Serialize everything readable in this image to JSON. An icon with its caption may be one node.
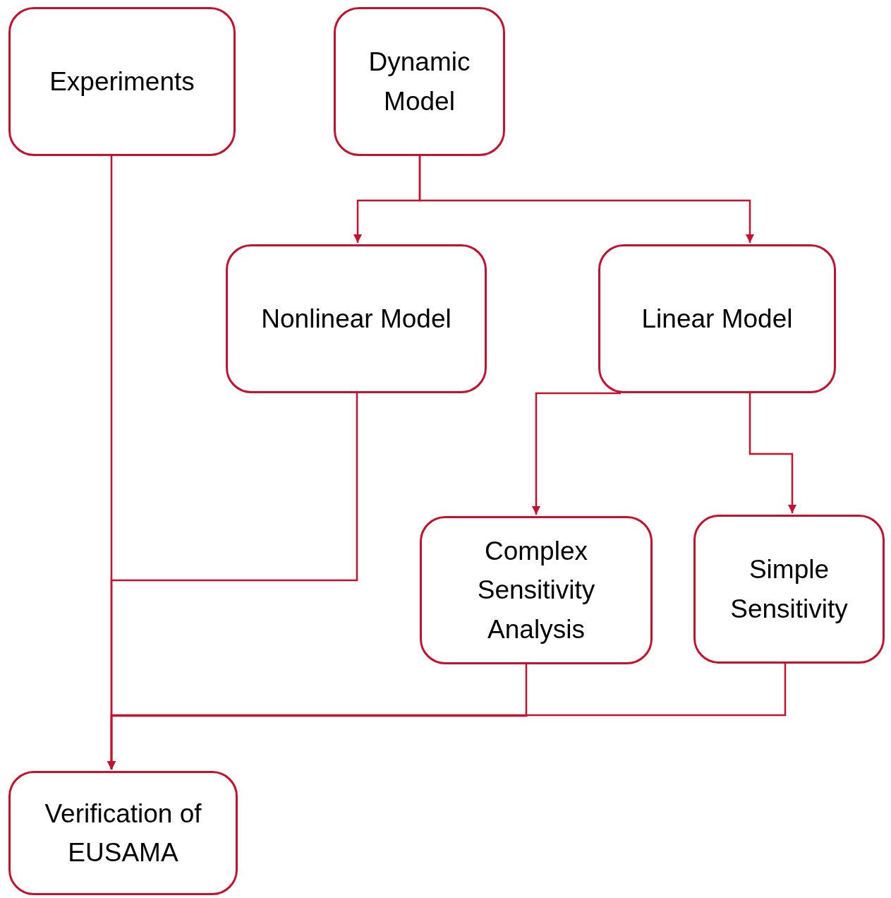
{
  "diagram": {
    "nodes": [
      {
        "text": [
          "Experiments"
        ]
      },
      {
        "text": [
          "Dynamic Model"
        ]
      },
      {
        "text": [
          "Nonlinear Model"
        ]
      },
      {
        "text": [
          "Linear Model"
        ]
      },
      {
        "text": [
          "Complex Sensitivity Analysis"
        ]
      },
      {
        "text": [
          "Simple Sensitivity"
        ]
      },
      {
        "text": [
          "Verification of EUSAMA"
        ]
      }
    ],
    "edges": [
      {
        "from": 1,
        "to": 2,
        "arrow": "to"
      },
      {
        "from": 1,
        "to": 3,
        "arrow": "to"
      },
      {
        "from": 3,
        "to": 4,
        "arrow": "to"
      },
      {
        "from": 3,
        "to": 5,
        "arrow": "to"
      },
      {
        "from": 0,
        "to": 6,
        "arrow": "to"
      },
      {
        "from": 2,
        "to": 6,
        "arrow": "to"
      },
      {
        "from": 4,
        "to": 6,
        "arrow": "to"
      },
      {
        "from": 5,
        "to": 6,
        "arrow": "to"
      }
    ]
  }
}
